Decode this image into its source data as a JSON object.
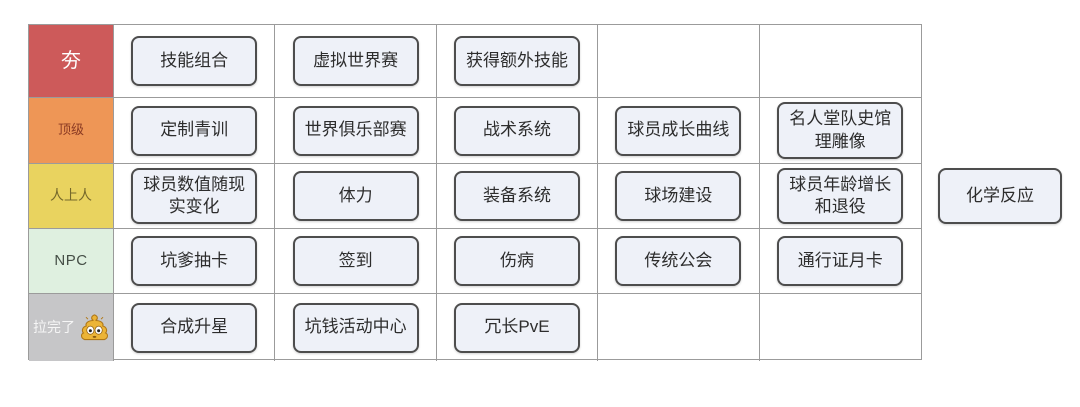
{
  "tier_list": {
    "grid_line_color": "#9b9b9b",
    "item_box": {
      "fill": "#eef1f8",
      "border": "#4d4d4d",
      "text_color": "#2d2d2d"
    },
    "tiers": [
      {
        "label": "夯",
        "bg": "#cd5a5a",
        "fg": "#ffffff",
        "items": [
          "技能组合",
          "虚拟世界赛",
          "获得额外技能"
        ]
      },
      {
        "label": "顶级",
        "bg": "#ee9656",
        "fg": "#8a3a23",
        "items": [
          "定制青训",
          "世界俱乐部赛",
          "战术系统",
          "球员成长曲线",
          "名人堂队史馆理雕像"
        ]
      },
      {
        "label": "人上人",
        "bg": "#e9d35f",
        "fg": "#75682b",
        "items": [
          "球员数值随现实变化",
          "体力",
          "装备系统",
          "球场建设",
          "球员年龄增长和退役"
        ]
      },
      {
        "label": "NPC",
        "bg": "#dff0e0",
        "fg": "#454e46",
        "items": [
          "坑爹抽卡",
          "签到",
          "伤病",
          "传统公会",
          "通行证月卡"
        ]
      },
      {
        "label": "拉完了",
        "bg": "#c6c6c8",
        "fg": "#f6f6f6",
        "emoji": "shocked-poop",
        "items": [
          "合成升星",
          "坑钱活动中心",
          "冗长PvE"
        ]
      }
    ],
    "floating_item": "化学反应"
  }
}
